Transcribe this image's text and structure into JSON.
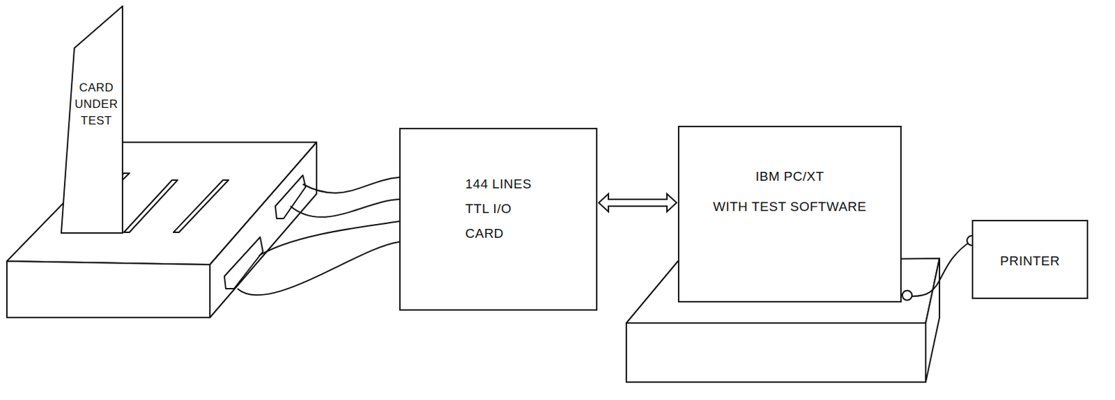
{
  "diagram": {
    "nodes": [
      {
        "text": [
          "CARD UNDER TEST"
        ]
      },
      {
        "text": [
          "144 LINES TTL I/O CARD"
        ]
      },
      {
        "text": [
          "IBM PC/XT",
          "WITH TEST SOFTWARE"
        ]
      },
      {
        "text": [
          "PRINTER"
        ]
      }
    ],
    "edges": [
      {
        "from": 1,
        "to": 2,
        "arrow": "both"
      },
      {
        "from": 2,
        "to": 3,
        "arrow": "none"
      }
    ]
  }
}
